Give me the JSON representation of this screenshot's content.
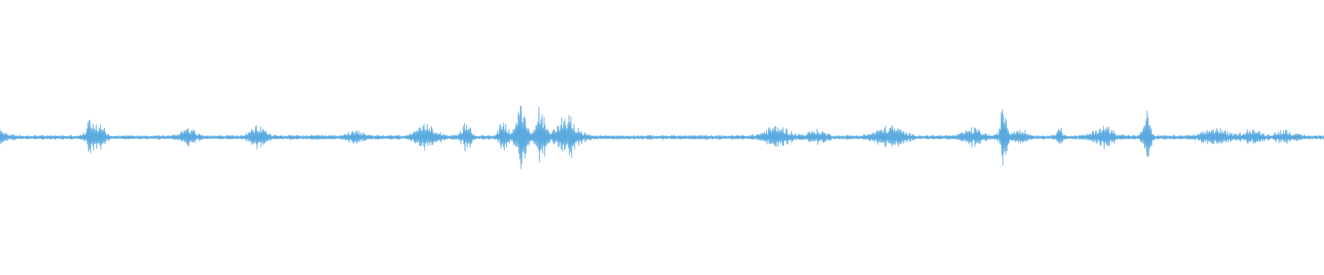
{
  "waveform": {
    "color": "#5aaae0",
    "background": "#ffffff",
    "bursts": [
      {
        "t": 0.0,
        "amp": 0.06,
        "w": 0.006
      },
      {
        "t": 0.069,
        "amp": 0.2,
        "w": 0.004
      },
      {
        "t": 0.077,
        "amp": 0.14,
        "w": 0.003
      },
      {
        "t": 0.142,
        "amp": 0.1,
        "w": 0.006
      },
      {
        "t": 0.195,
        "amp": 0.1,
        "w": 0.007
      },
      {
        "t": 0.268,
        "amp": 0.07,
        "w": 0.006
      },
      {
        "t": 0.323,
        "amp": 0.12,
        "w": 0.009
      },
      {
        "t": 0.352,
        "amp": 0.14,
        "w": 0.004
      },
      {
        "t": 0.38,
        "amp": 0.16,
        "w": 0.004
      },
      {
        "t": 0.393,
        "amp": 0.3,
        "w": 0.005
      },
      {
        "t": 0.408,
        "amp": 0.3,
        "w": 0.004
      },
      {
        "t": 0.428,
        "amp": 0.22,
        "w": 0.009
      },
      {
        "t": 0.587,
        "amp": 0.1,
        "w": 0.011
      },
      {
        "t": 0.617,
        "amp": 0.06,
        "w": 0.008
      },
      {
        "t": 0.672,
        "amp": 0.1,
        "w": 0.012
      },
      {
        "t": 0.735,
        "amp": 0.08,
        "w": 0.008
      },
      {
        "t": 0.758,
        "amp": 0.32,
        "w": 0.003
      },
      {
        "t": 0.77,
        "amp": 0.08,
        "w": 0.006
      },
      {
        "t": 0.8,
        "amp": 0.18,
        "w": 0.002
      },
      {
        "t": 0.834,
        "amp": 0.1,
        "w": 0.009
      },
      {
        "t": 0.866,
        "amp": 0.26,
        "w": 0.003
      },
      {
        "t": 0.918,
        "amp": 0.08,
        "w": 0.01
      },
      {
        "t": 0.945,
        "amp": 0.07,
        "w": 0.008
      },
      {
        "t": 0.97,
        "amp": 0.06,
        "w": 0.008
      }
    ]
  }
}
